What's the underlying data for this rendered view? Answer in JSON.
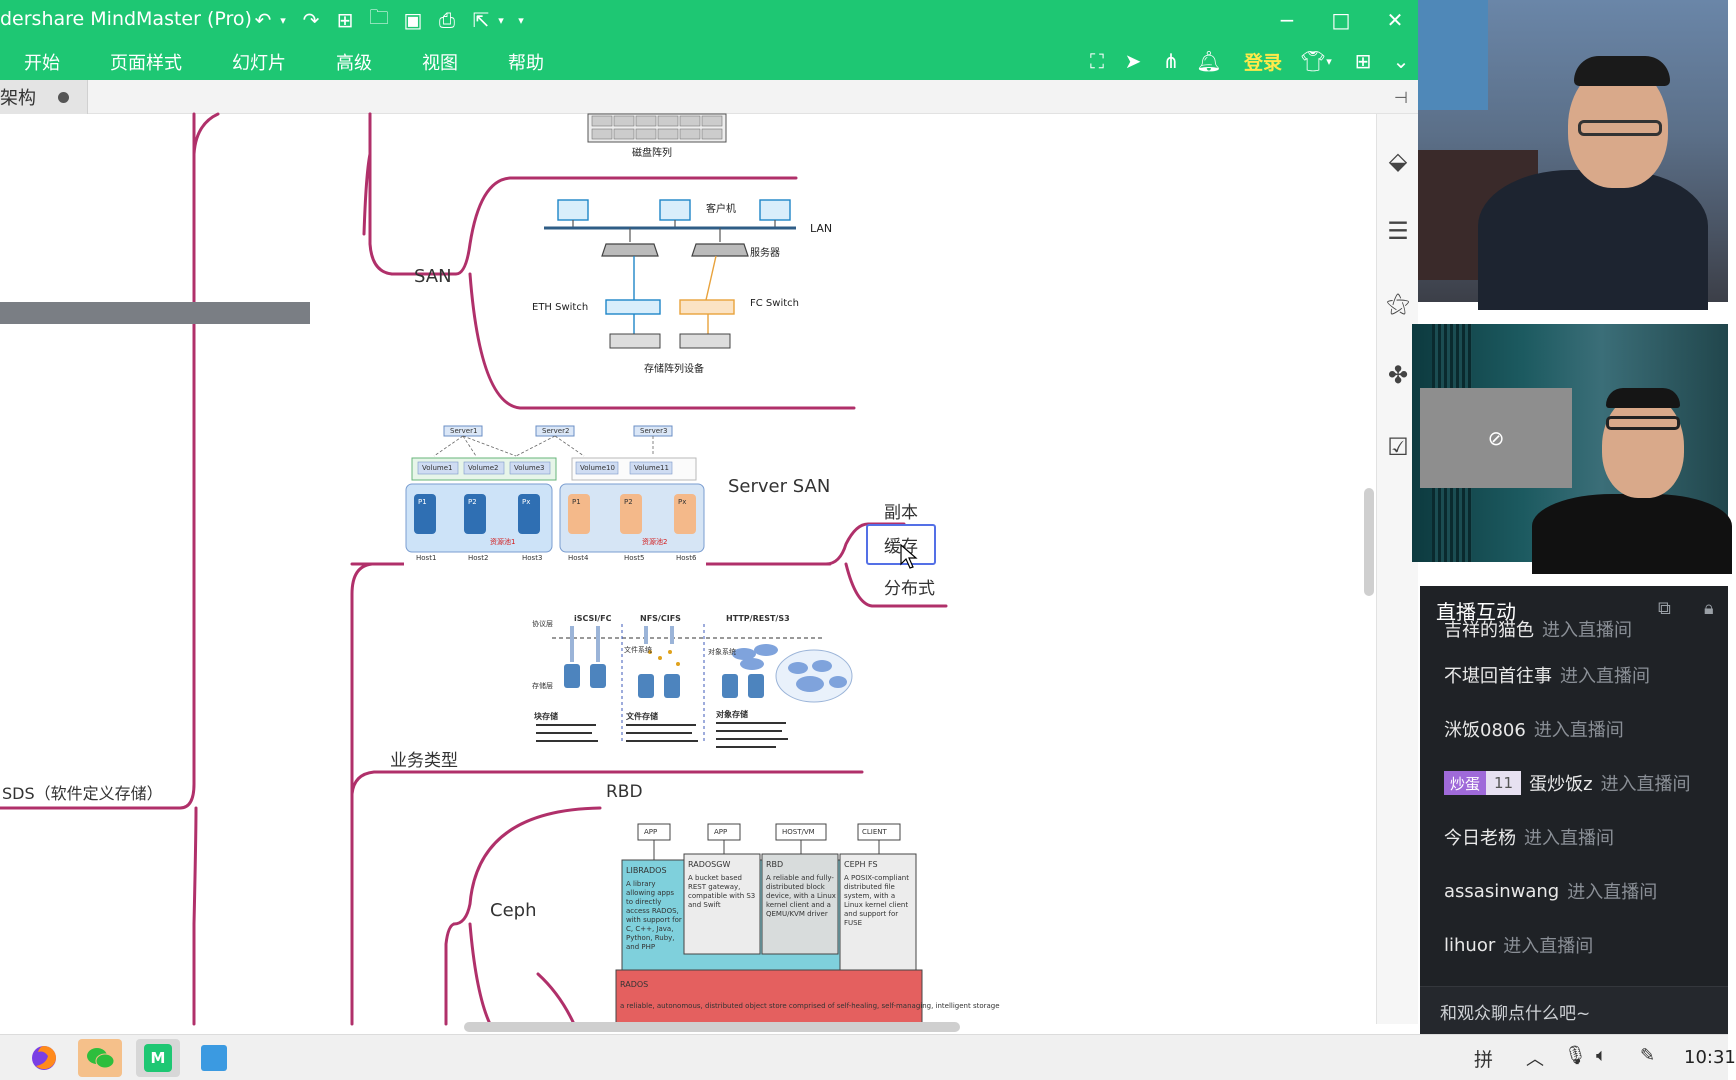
{
  "app": {
    "title": "dershare MindMaster (Pro)",
    "menus": [
      "开始",
      "页面样式",
      "幻灯片",
      "高级",
      "视图",
      "帮助"
    ],
    "login_label": "登录",
    "document_tab": "架构"
  },
  "mindmap": {
    "root": "SDS（软件定义存储）",
    "nodes": {
      "san": "SAN",
      "server_san": "Server SAN",
      "replica": "副本",
      "cache": "缓存",
      "distributed": "分布式",
      "business_type": "业务类型",
      "rbd": "RBD",
      "ceph": "Ceph"
    },
    "disk_array_caption": "磁盘阵列",
    "san_diagram": {
      "client": "客户机",
      "lan": "LAN",
      "server": "服务器",
      "eth_switch": "ETH Switch",
      "fc_switch": "FC Switch",
      "storage_device": "存储阵列设备"
    },
    "server_san_diagram": {
      "servers": [
        "Server1",
        "Server2",
        "Server3"
      ],
      "volumes": [
        "Volume1",
        "Volume2",
        "Volume3",
        "Volume10",
        "Volume11"
      ],
      "pools_left": [
        "P1",
        "P2",
        "Px"
      ],
      "pools_right": [
        "P1",
        "P2",
        "Px"
      ],
      "hosts": [
        "Host1",
        "Host2",
        "Host3",
        "Host4",
        "Host5",
        "Host6"
      ],
      "pool1": "资源池1",
      "pool2": "资源池2"
    },
    "business_diagram": {
      "protocols": [
        "iSCSI/FC",
        "NFS/CIFS",
        "HTTP/REST/S3"
      ],
      "left_labels": [
        "协议层",
        "存储层"
      ],
      "types": [
        "块存储",
        "文件存储",
        "对象存储"
      ],
      "file_label": "文件系统",
      "object_label": "对象系统"
    },
    "ceph_diagram": {
      "top": [
        "APP",
        "APP",
        "HOST/VM",
        "CLIENT"
      ],
      "librados_title": "LIBRADOS",
      "librados_desc": "A library allowing apps to directly access RADOS, with support for C, C++, Java, Python, Ruby, and PHP",
      "radosgw_title": "RADOSGW",
      "radosgw_desc": "A bucket based REST gateway, compatible with S3 and Swift",
      "rbd_title": "RBD",
      "rbd_desc": "A reliable and fully-distributed block device, with a Linux kernel client and a QEMU/KVM driver",
      "cephfs_title": "CEPH FS",
      "cephfs_desc": "A POSIX-compliant distributed file system, with a Linux kernel client and support for FUSE",
      "rados_title": "RADOS",
      "rados_desc": "a reliable, autonomous, distributed object store comprised of self-healing, self-managing, intelligent storage"
    }
  },
  "live": {
    "panel_title": "直播互动",
    "messages": [
      {
        "user": "吉祥的猫色",
        "action": "进入直播间"
      },
      {
        "user": "不堪回首往事",
        "action": "进入直播间"
      },
      {
        "user": "洣饭0806",
        "action": "进入直播间"
      },
      {
        "badge": "炒蛋",
        "level": "11",
        "user": "蛋炒饭z",
        "action": "进入直播间"
      },
      {
        "user": "今日老杨",
        "action": "进入直播间"
      },
      {
        "user": "assasinwang",
        "action": "进入直播间"
      },
      {
        "user": "lihuor",
        "action": "进入直播间"
      }
    ],
    "input_placeholder": "和观众聊点什么吧~"
  },
  "taskbar": {
    "ime": "拼",
    "clock": "10:31"
  },
  "colors": {
    "brand_green": "#1ec773",
    "branch": "#b0306a",
    "selection": "#5470e6",
    "chat_bg": "#1f2226"
  },
  "icons": [
    "undo-icon",
    "redo-icon",
    "new-icon",
    "open-icon",
    "save-icon",
    "print-icon",
    "export-icon",
    "minimize-icon",
    "maximize-icon",
    "close-icon",
    "fullscreen-icon",
    "send-icon",
    "share-icon",
    "bell-icon",
    "shirt-icon",
    "apps-icon",
    "collapse-icon",
    "pin-icon"
  ]
}
